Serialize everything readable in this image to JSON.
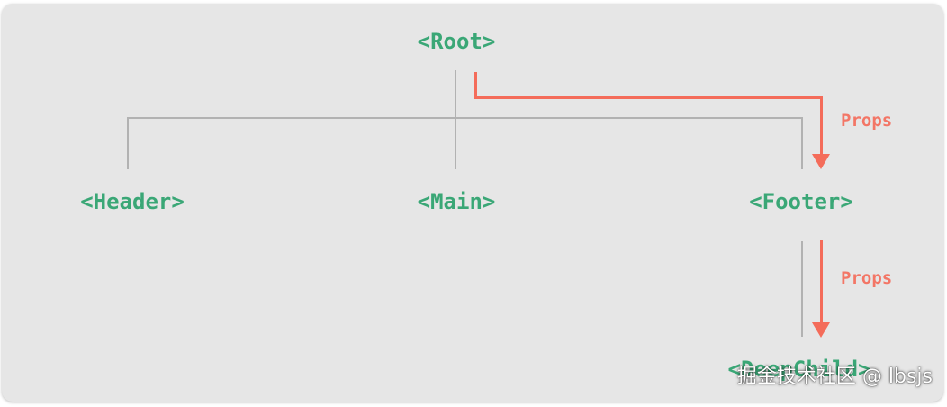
{
  "nodes": {
    "root": "<Root>",
    "header": "<Header>",
    "main": "<Main>",
    "footer": "<Footer>",
    "deep_child": "<DeepChild>"
  },
  "edge_labels": {
    "root_to_footer": "Props",
    "footer_to_deep_child": "Props"
  },
  "colors": {
    "node_text": "#3aa776",
    "props_arrow": "#f46c5a",
    "tree_lines": "#b2b2b2",
    "background": "#e6e6e6"
  },
  "watermark": "掘金技术社区 @ lbsjs"
}
